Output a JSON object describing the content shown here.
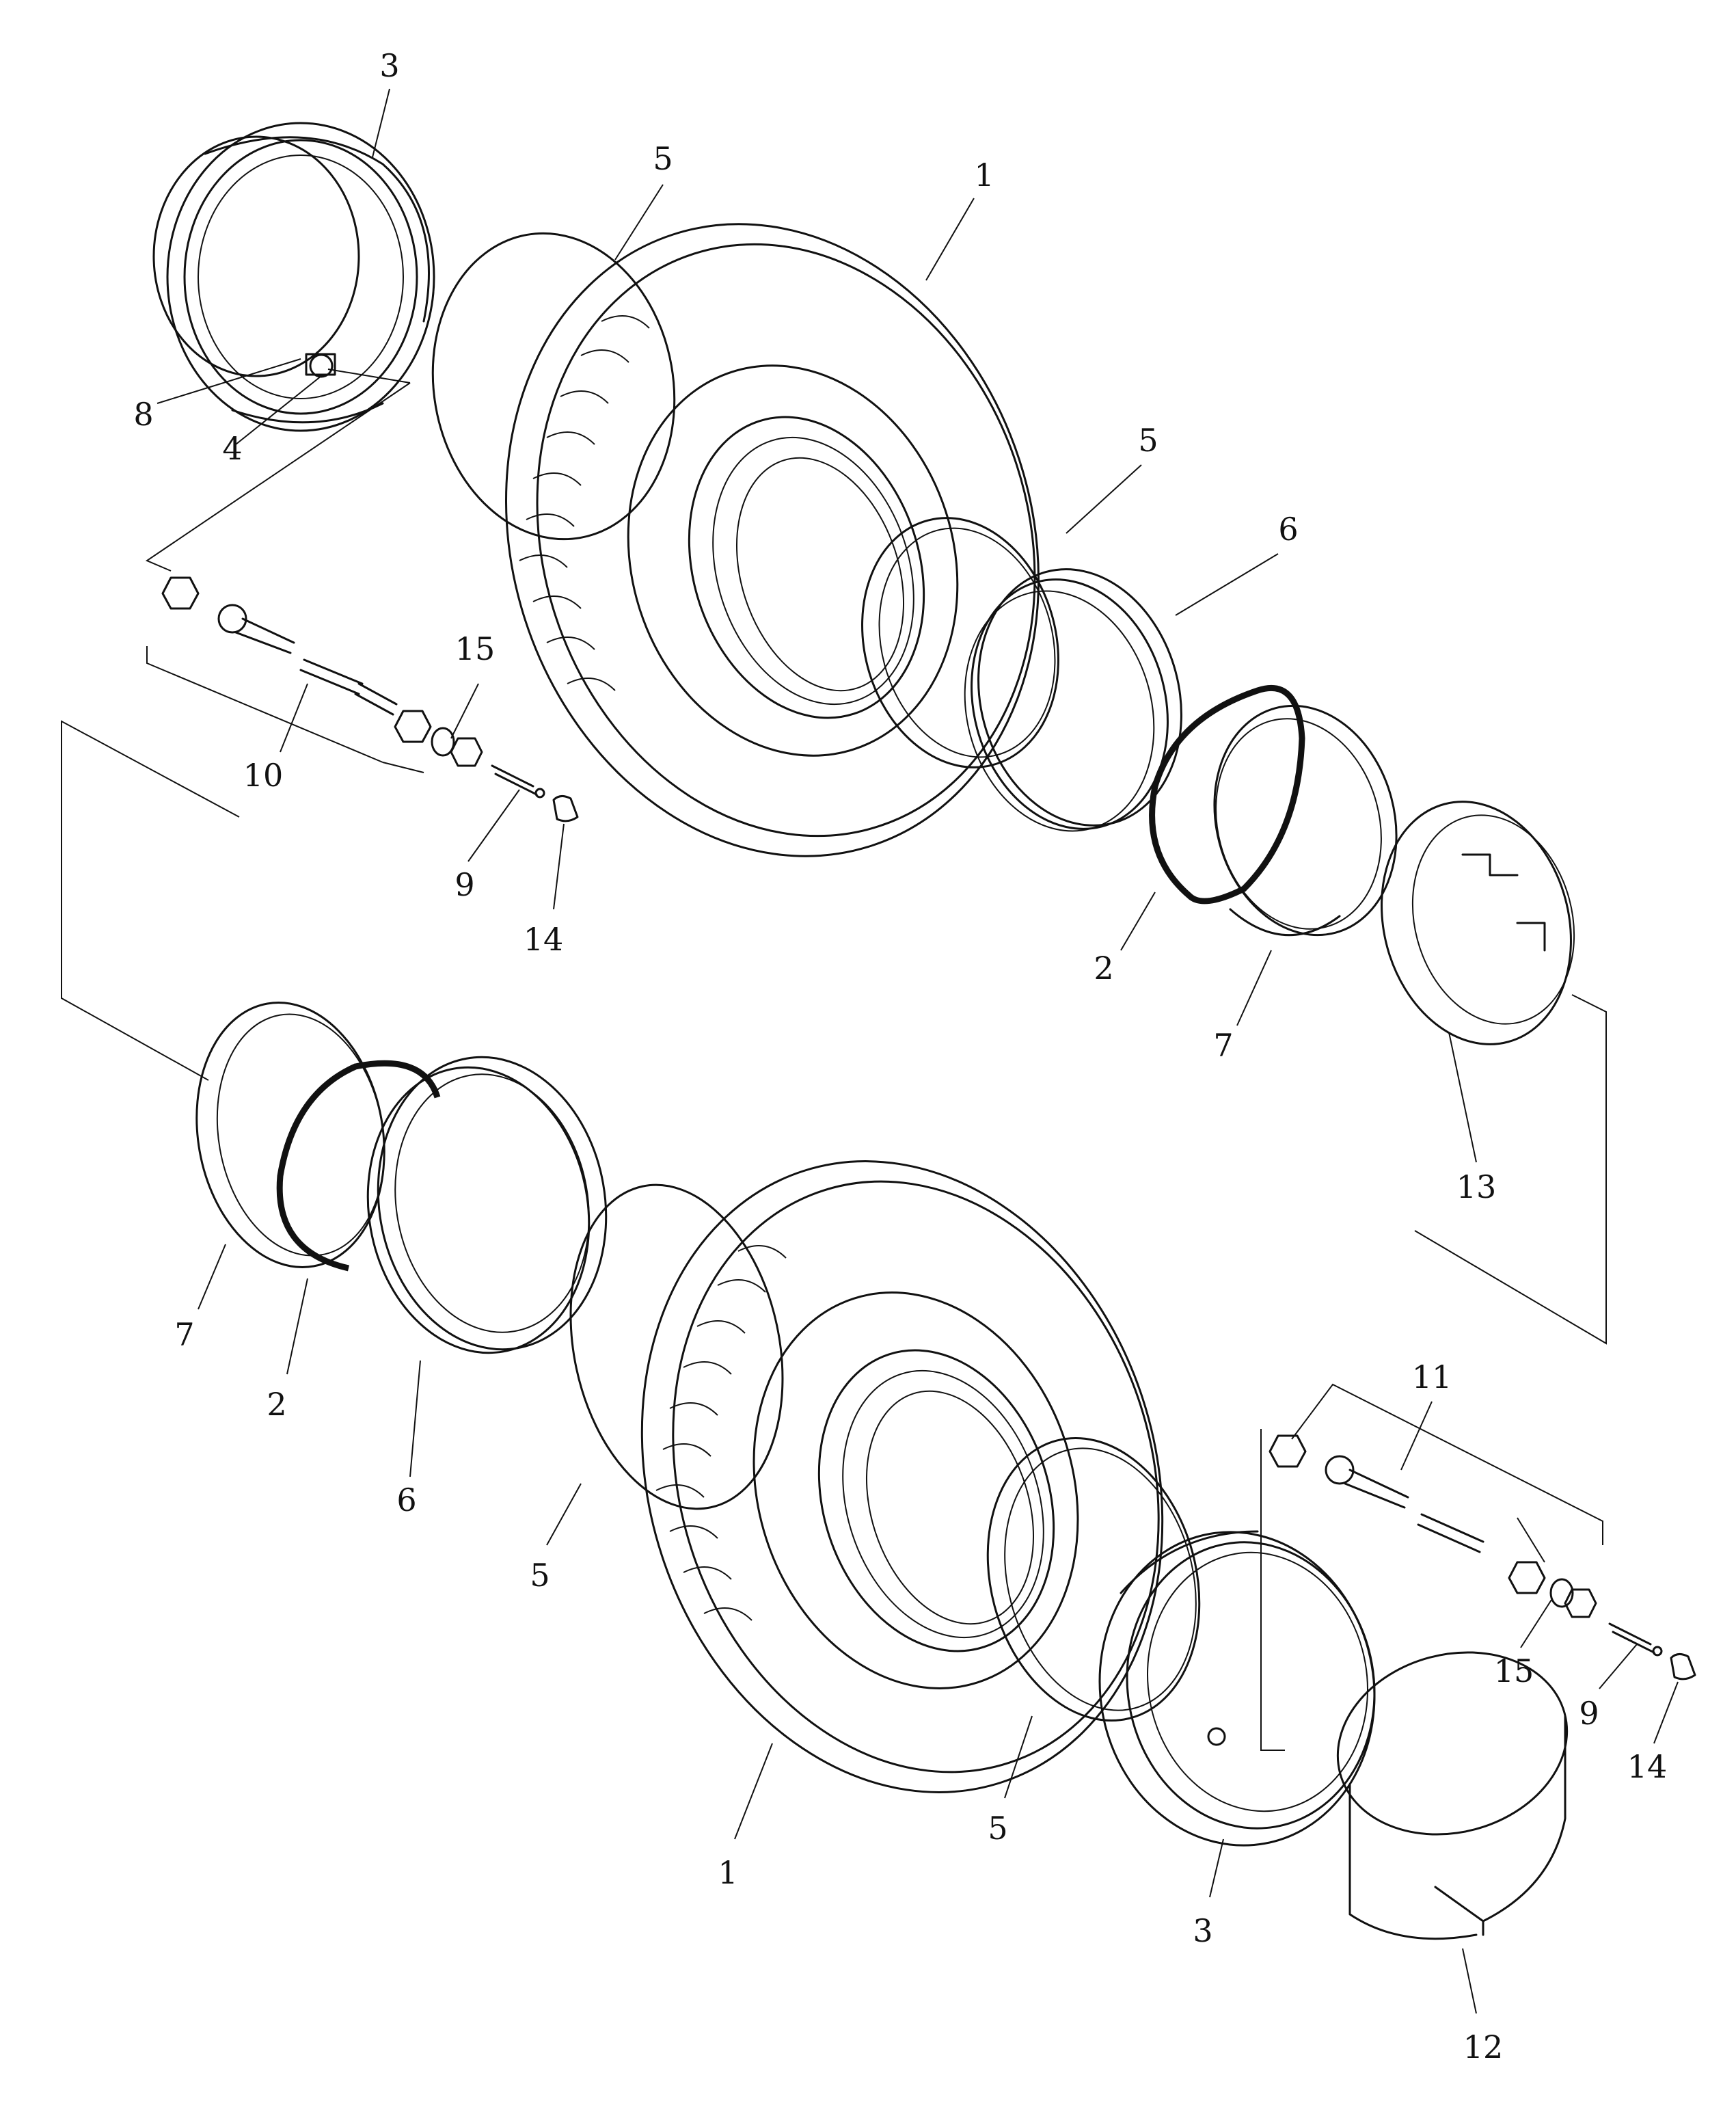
{
  "labels": {
    "l1_top": "1",
    "l1_bot": "1",
    "l2_top": "2",
    "l2_bot": "2",
    "l3_top": "3",
    "l3_bot": "3",
    "l4": "4",
    "l5_a": "5",
    "l5_b": "5",
    "l5_c": "5",
    "l5_d": "5",
    "l6_top": "6",
    "l6_bot": "6",
    "l7_top": "7",
    "l7_bot": "7",
    "l8": "8",
    "l9_top": "9",
    "l9_bot": "9",
    "l10": "10",
    "l11": "11",
    "l12": "12",
    "l13": "13",
    "l14_top": "14",
    "l14_bot": "14",
    "l15_top": "15",
    "l15_bot": "15"
  }
}
